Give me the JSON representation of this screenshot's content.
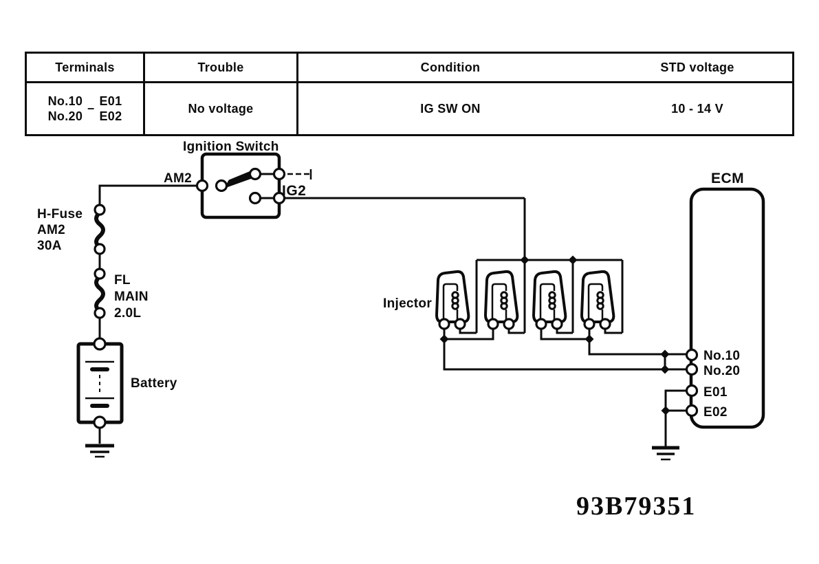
{
  "table": {
    "headers": {
      "terminals": "Terminals",
      "trouble": "Trouble",
      "condition": "Condition",
      "std_voltage": "STD voltage"
    },
    "row": {
      "terminals": {
        "left1": "No.10",
        "left2": "No.20",
        "dash": "–",
        "right1": "E01",
        "right2": "E02"
      },
      "trouble": "No voltage",
      "condition": "IG SW ON",
      "std_voltage": "10 - 14 V"
    }
  },
  "labels": {
    "ignition_switch": "Ignition Switch",
    "am2": "AM2",
    "ig2": "IG2",
    "h_fuse_1": "H-Fuse",
    "h_fuse_2": "AM2",
    "h_fuse_3": "30A",
    "fl_1": "FL",
    "fl_2": "MAIN",
    "fl_3": "2.0L",
    "battery": "Battery",
    "injector": "Injector",
    "ecm": "ECM",
    "t_no10": "No.10",
    "t_no20": "No.20",
    "t_e01": "E01",
    "t_e02": "E02",
    "figure_id": "93B79351"
  },
  "colors": {
    "ink": "#0c0c0c",
    "paper": "#ffffff"
  }
}
